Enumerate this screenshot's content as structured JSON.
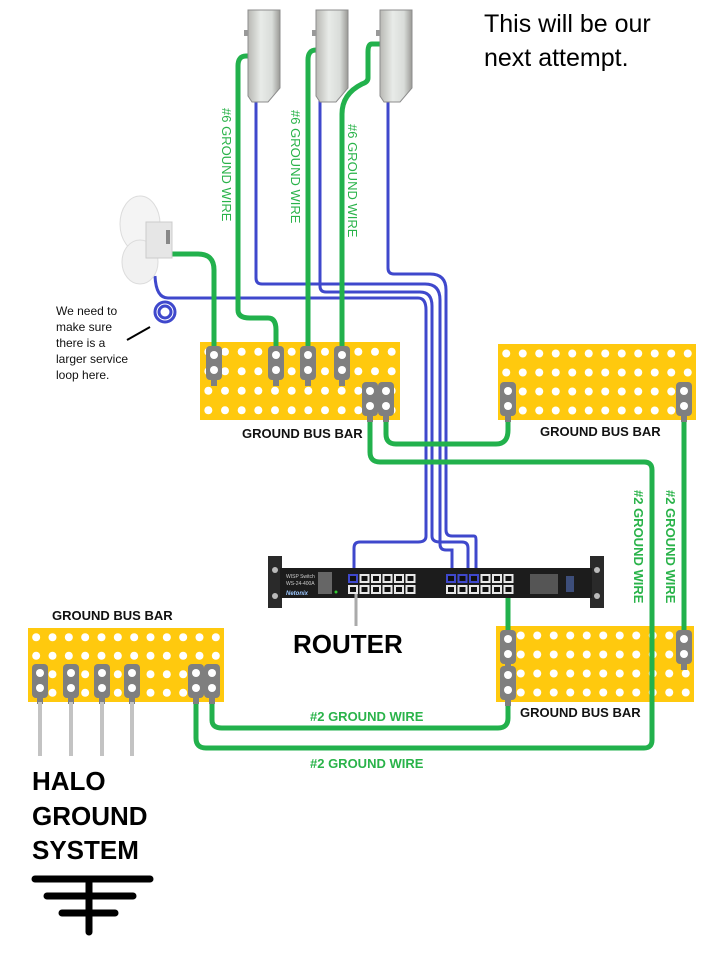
{
  "header_note": [
    "This will be our",
    "next attempt."
  ],
  "service_loop_note": [
    "We need to",
    "make sure",
    "there is a",
    "larger service",
    "loop here."
  ],
  "bus_bars": {
    "top_left_label": "GROUND BUS BAR",
    "top_right_label": "GROUND BUS BAR",
    "bottom_left_label": "GROUND BUS BAR",
    "bottom_right_label": "GROUND BUS BAR"
  },
  "wire_labels": {
    "antenna_1": "#6 GROUND WIRE",
    "antenna_2": "#6 GROUND WIRE",
    "antenna_3": "#6 GROUND WIRE",
    "vertical_right_1": "#2 GROUND WIRE",
    "vertical_right_2": "#2 GROUND WIRE",
    "bottom_upper": "#2 GROUND WIRE",
    "bottom_lower": "#2 GROUND WIRE"
  },
  "router": {
    "label": "ROUTER",
    "brand": "Netonix",
    "model_lines": [
      "WISP Switch",
      "WS-24-400A"
    ]
  },
  "halo": [
    "HALO",
    "GROUND",
    "SYSTEM"
  ],
  "colors": {
    "ground_wire": "#22b14c",
    "data_cable": "#3f48cc",
    "bus_bar": "#ffc90e",
    "lug": "#7f7f7f",
    "ground_rod": "#c3c3c3"
  }
}
